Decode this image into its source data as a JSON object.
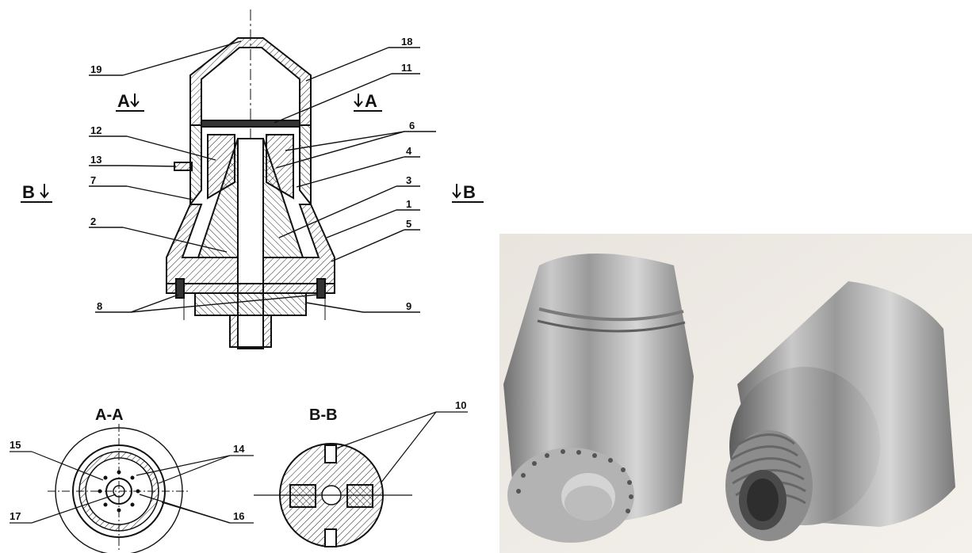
{
  "drawing": {
    "callouts": [
      "19",
      "18",
      "11",
      "6",
      "12",
      "13",
      "4",
      "7",
      "3",
      "2",
      "1",
      "5",
      "8",
      "9",
      "10",
      "14",
      "15",
      "17",
      "16"
    ],
    "section_a_left": "A",
    "section_a_right": "A",
    "section_b_left": "B",
    "section_b_right": "B",
    "view_aa_title": "A-A",
    "view_bb_title": "B-B"
  }
}
